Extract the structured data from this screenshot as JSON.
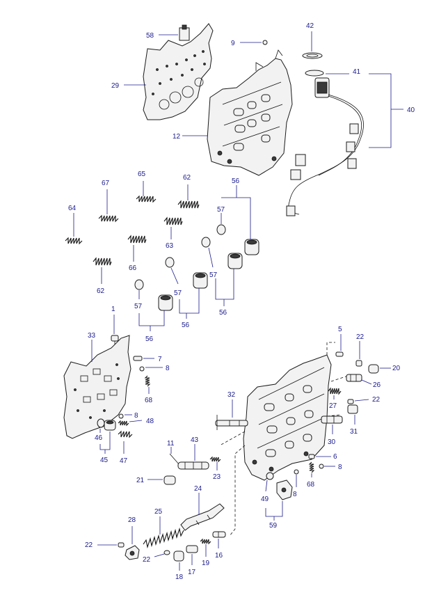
{
  "labels": {
    "l58": "58",
    "l9": "9",
    "l42": "42",
    "l29": "29",
    "l41": "41",
    "l40": "40",
    "l12": "12",
    "l65": "65",
    "l62a": "62",
    "l67": "67",
    "l56a": "56",
    "l64": "64",
    "l57a": "57",
    "l63": "63",
    "l66": "66",
    "l57b": "57",
    "l62b": "62",
    "l57c": "57",
    "l57d": "57",
    "l56b": "56",
    "l56c": "56",
    "l56d": "56",
    "l1": "1",
    "l33": "33",
    "l7": "7",
    "l8a": "8",
    "l68a": "68",
    "l8b": "8",
    "l48": "48",
    "l46": "46",
    "l45": "45",
    "l47": "47",
    "l5": "5",
    "l22a": "22",
    "l20": "20",
    "l26": "26",
    "l27": "27",
    "l22b": "22",
    "l30": "30",
    "l31": "31",
    "l32": "32",
    "l11": "11",
    "l43": "43",
    "l23": "23",
    "l21": "21",
    "l6": "6",
    "l8c": "8",
    "l68b": "68",
    "l49": "49",
    "l8d": "8",
    "l24": "24",
    "l25": "25",
    "l59": "59",
    "l28": "28",
    "l22c": "22",
    "l22d": "22",
    "l18": "18",
    "l17": "17",
    "l19": "19",
    "l16": "16"
  }
}
